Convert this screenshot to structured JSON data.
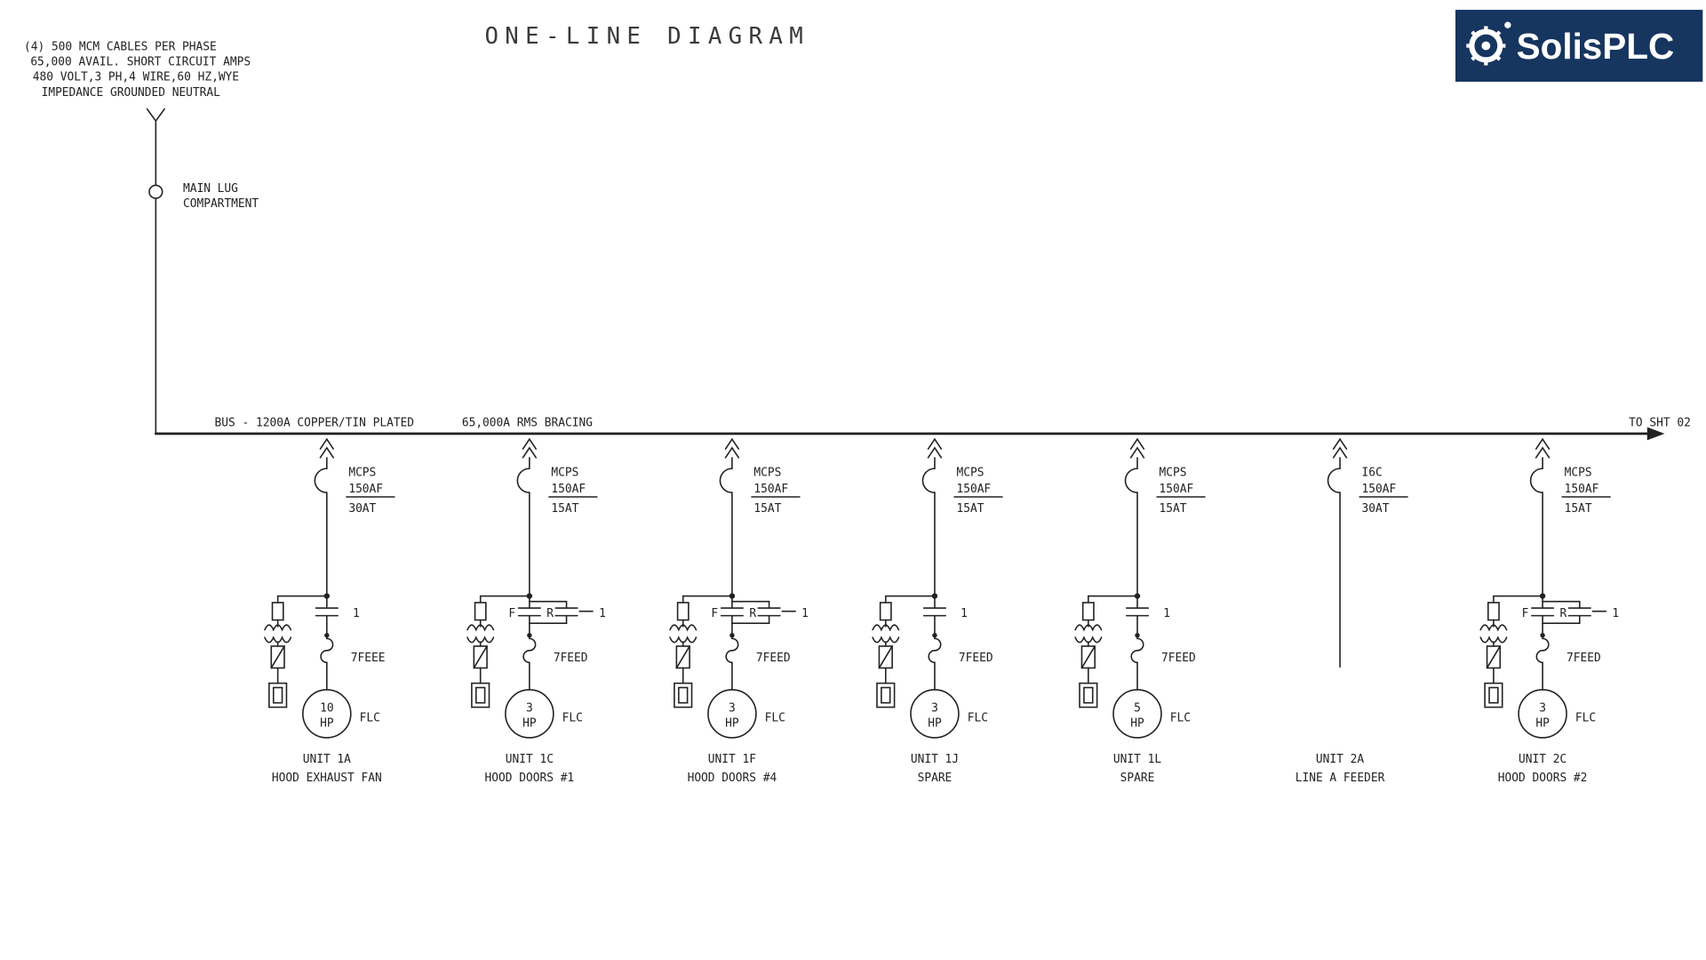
{
  "title": "ONE-LINE DIAGRAM",
  "logo": {
    "text": "SolisPLC",
    "bg_color": "#16355f",
    "icon": "gear-icon"
  },
  "service_notes": [
    "(4) 500  MCM CABLES PER PHASE",
    "65,000 AVAIL. SHORT CIRCUIT AMPS",
    "480 VOLT,3 PH,4 WIRE,60 HZ,WYE",
    "IMPEDANCE GROUNDED NEUTRAL"
  ],
  "main_lug": {
    "line1": "MAIN LUG",
    "line2": "COMPARTMENT"
  },
  "bus": {
    "label1": "BUS - 1200A COPPER/TIN PLATED",
    "label2": "65,000A RMS BRACING",
    "to_sheet": "TO SHT 02"
  },
  "branches": [
    {
      "device": "MCPS",
      "frame": "150AF",
      "trip": "30AT",
      "type": "motor",
      "reversing": false,
      "contactor": "1",
      "coil": "7FEEE",
      "hp": "10",
      "hp_label": "HP",
      "flc": "FLC",
      "unit": "UNIT 1A",
      "desc": "HOOD EXHAUST FAN"
    },
    {
      "device": "MCPS",
      "frame": "150AF",
      "trip": "15AT",
      "type": "motor",
      "reversing": true,
      "f_label": "F",
      "r_label": "R",
      "contactor": "1",
      "coil": "7FEED",
      "hp": "3",
      "hp_label": "HP",
      "flc": "FLC",
      "unit": "UNIT 1C",
      "desc": "HOOD DOORS #1"
    },
    {
      "device": "MCPS",
      "frame": "150AF",
      "trip": "15AT",
      "type": "motor",
      "reversing": true,
      "f_label": "F",
      "r_label": "R",
      "contactor": "1",
      "coil": "7FEED",
      "hp": "3",
      "hp_label": "HP",
      "flc": "FLC",
      "unit": "UNIT 1F",
      "desc": "HOOD DOORS #4"
    },
    {
      "device": "MCPS",
      "frame": "150AF",
      "trip": "15AT",
      "type": "motor",
      "reversing": false,
      "contactor": "1",
      "coil": "7FEED",
      "hp": "3",
      "hp_label": "HP",
      "flc": "FLC",
      "unit": "UNIT 1J",
      "desc": "SPARE"
    },
    {
      "device": "MCPS",
      "frame": "150AF",
      "trip": "15AT",
      "type": "motor",
      "reversing": false,
      "contactor": "1",
      "coil": "7FEED",
      "hp": "5",
      "hp_label": "HP",
      "flc": "FLC",
      "unit": "UNIT 1L",
      "desc": "SPARE"
    },
    {
      "device": "I6C",
      "frame": "150AF",
      "trip": "30AT",
      "type": "feeder",
      "unit": "UNIT 2A",
      "desc": "LINE A FEEDER"
    },
    {
      "device": "MCPS",
      "frame": "150AF",
      "trip": "15AT",
      "type": "motor",
      "reversing": true,
      "f_label": "F",
      "r_label": "R",
      "contactor": "1",
      "coil": "7FEED",
      "hp": "3",
      "hp_label": "HP",
      "flc": "FLC",
      "unit": "UNIT 2C",
      "desc": "HOOD DOORS #2"
    }
  ]
}
